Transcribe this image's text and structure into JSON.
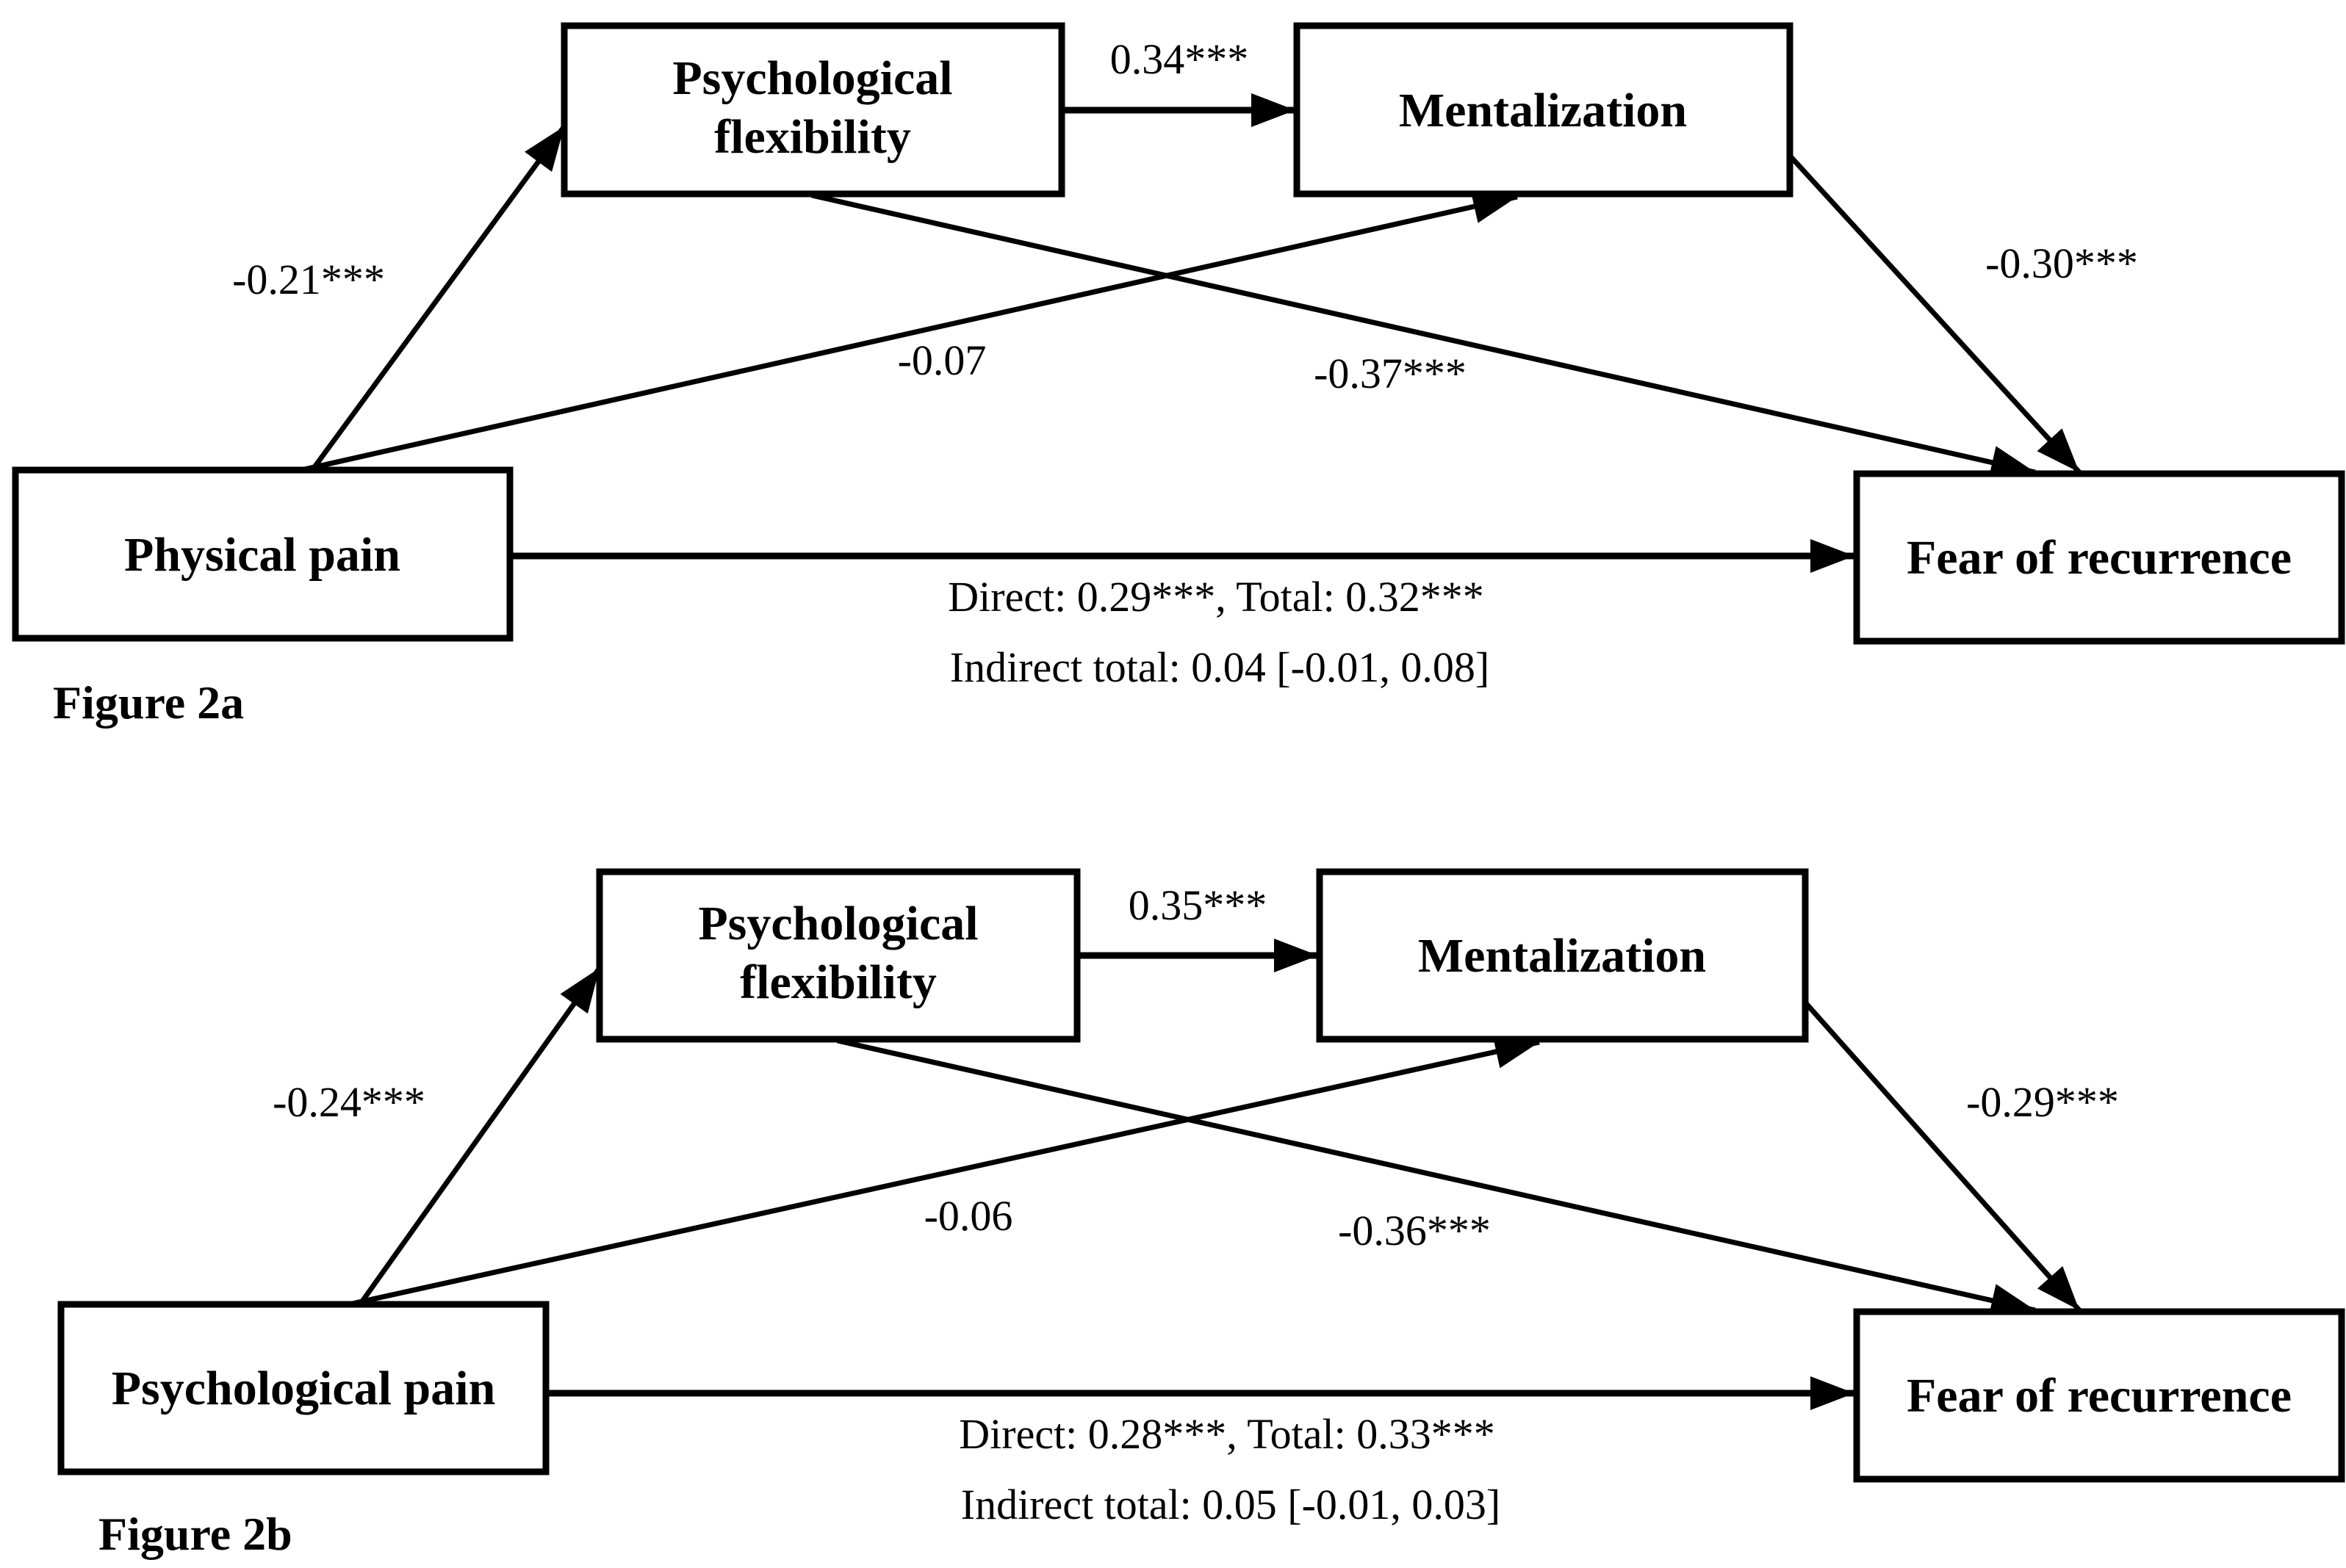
{
  "figures": [
    {
      "caption": "Figure 2a",
      "nodes": {
        "predictor": "Physical pain",
        "flexibility_line1": "Psychological",
        "flexibility_line2": "flexibility",
        "mentalization": "Mentalization",
        "outcome": "Fear of recurrence"
      },
      "paths": {
        "predictor_to_flexibility": "-0.21***",
        "flexibility_to_mentalization": "0.34***",
        "predictor_to_mentalization": "-0.07",
        "flexibility_to_outcome": "-0.37***",
        "mentalization_to_outcome": "-0.30***"
      },
      "effects": {
        "direct_total": "Direct: 0.29***, Total: 0.32***",
        "indirect_total": "Indirect total: 0.04 [-0.01, 0.08]"
      }
    },
    {
      "caption": "Figure 2b",
      "nodes": {
        "predictor": "Psychological pain",
        "flexibility_line1": "Psychological",
        "flexibility_line2": "flexibility",
        "mentalization": "Mentalization",
        "outcome": "Fear of recurrence"
      },
      "paths": {
        "predictor_to_flexibility": "-0.24***",
        "flexibility_to_mentalization": "0.35***",
        "predictor_to_mentalization": "-0.06",
        "flexibility_to_outcome": "-0.36***",
        "mentalization_to_outcome": "-0.29***"
      },
      "effects": {
        "direct_total": "Direct: 0.28***, Total: 0.33***",
        "indirect_total": "Indirect total: 0.05 [-0.01, 0.03]"
      }
    }
  ],
  "colors": {
    "ink": "#000000",
    "background": "#ffffff"
  }
}
